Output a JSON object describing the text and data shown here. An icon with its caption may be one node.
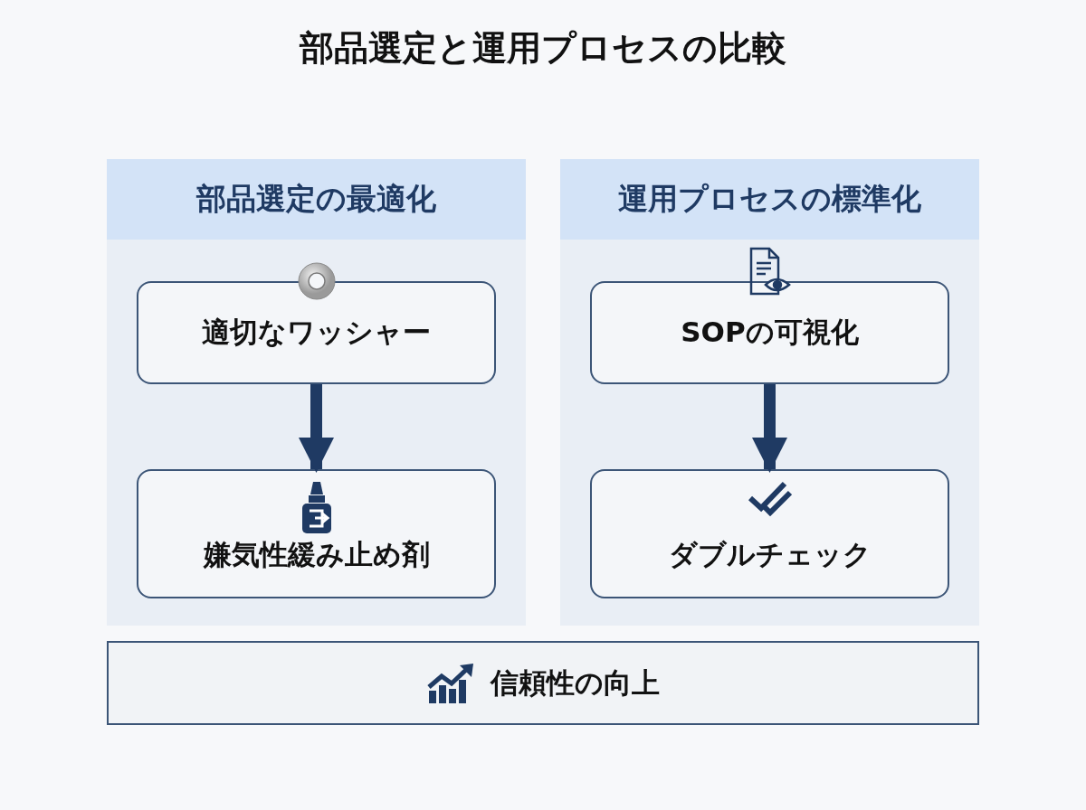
{
  "diagram": {
    "title": "部品選定と運用プロセスの比較",
    "nodes": [
      {
        "text": [
          "部品選定の最適化"
        ]
      },
      {
        "text": [
          "運用プロセスの標準化"
        ]
      },
      {
        "text": [
          "適切なワッシャー"
        ],
        "in": 0
      },
      {
        "text": [
          "嫌気性緩み止め剤"
        ],
        "in": 0
      },
      {
        "text": [
          "SOPの可視化"
        ],
        "in": 1
      },
      {
        "text": [
          "ダブルチェック"
        ],
        "in": 1
      },
      {
        "text": [
          "信頼性の向上"
        ]
      }
    ],
    "edges": [
      {
        "from": 2,
        "to": 3,
        "arrow": "to"
      },
      {
        "from": 4,
        "to": 5,
        "arrow": "to"
      }
    ]
  }
}
